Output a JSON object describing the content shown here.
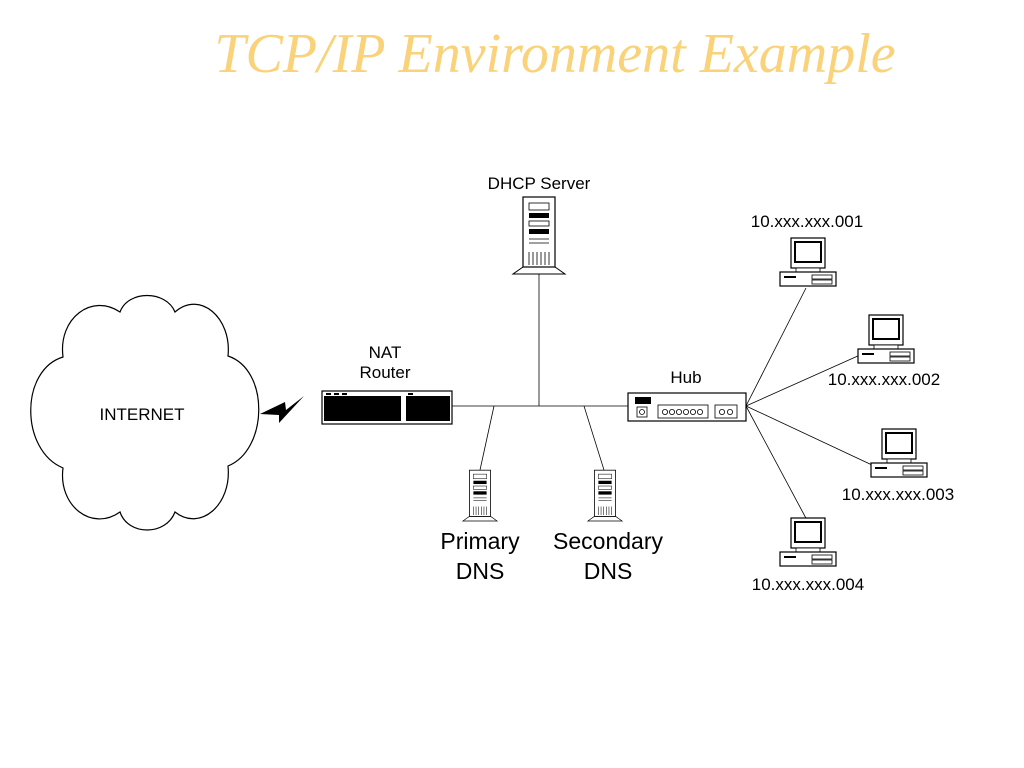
{
  "slide": {
    "title": "TCP/IP Environment Example",
    "title_color": "#f9d27a"
  },
  "nodes": {
    "internet": "INTERNET",
    "router": {
      "line1": "NAT",
      "line2": "Router"
    },
    "dhcp": "DHCP Server",
    "hub": "Hub",
    "primary_dns": {
      "line1": "Primary",
      "line2": "DNS"
    },
    "secondary_dns": {
      "line1": "Secondary",
      "line2": "DNS"
    },
    "clients": [
      "10.xxx.xxx.001",
      "10.xxx.xxx.002",
      "10.xxx.xxx.003",
      "10.xxx.xxx.004"
    ]
  },
  "icons": [
    "cloud-icon",
    "lightning-icon",
    "router-icon",
    "server-tower-icon",
    "hub-icon",
    "desktop-computer-icon"
  ]
}
